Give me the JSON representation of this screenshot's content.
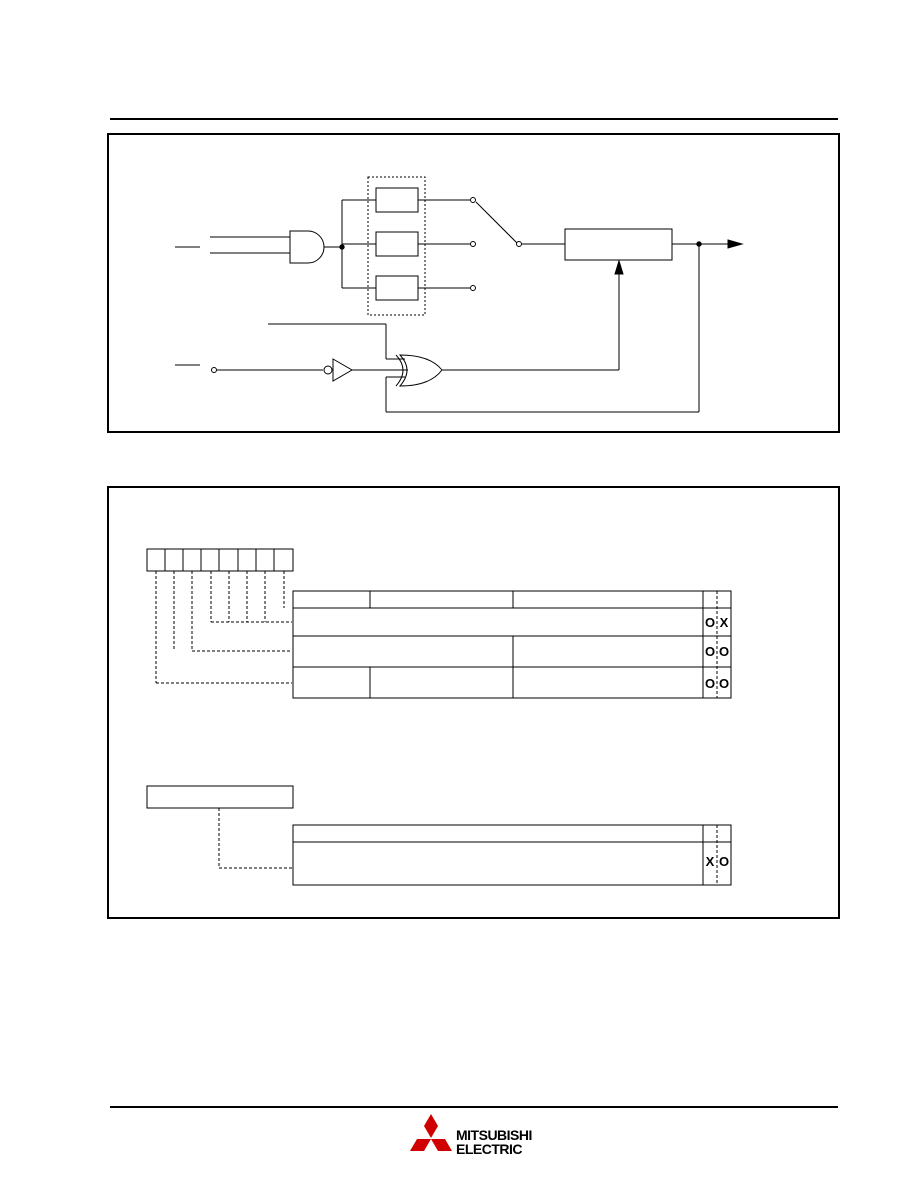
{
  "logo": {
    "line1": "MITSUBISHI",
    "line2": "ELECTRIC"
  },
  "diagram_labels": {
    "register_rw_rows": [
      [
        "O",
        "X"
      ],
      [
        "O",
        "O"
      ],
      [
        "O",
        "O"
      ]
    ],
    "second_register_rw": [
      "X",
      "O"
    ]
  }
}
